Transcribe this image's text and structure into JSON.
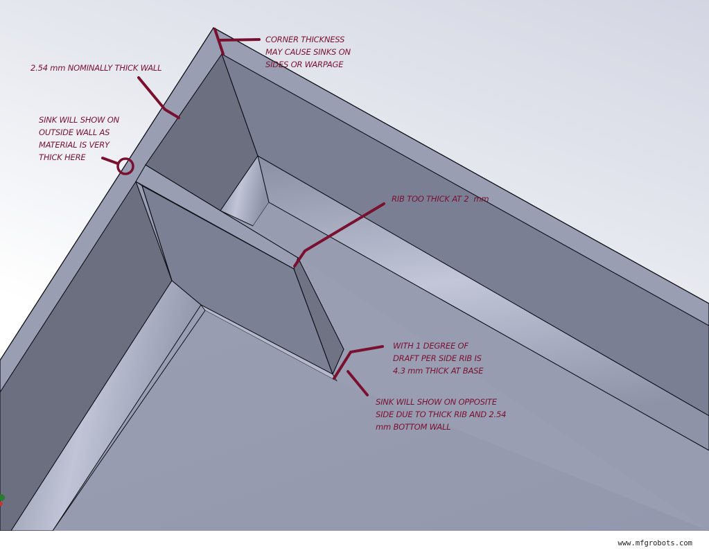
{
  "figure": {
    "subject": "Injection-molded box corner with rib (3D CAD view)",
    "colors": {
      "annotation": "#7a1030",
      "top_face": "#9a9eb2",
      "inner_wall_dark": "#6c6f80",
      "inner_wall_mid": "#7b7f94",
      "floor": "#989cb0",
      "fillet_highlight": "#bfc3d6",
      "edge": "#0c0c14"
    }
  },
  "annotations": {
    "corner_thickness": "CORNER THICKNESS\nMAY CAUSE SINKS ON\nSIDES OR WARPAGE",
    "wall": "2.54 mm NOMINALLY THICK WALL",
    "sink_outside": "SINK WILL SHOW ON\nOUTSIDE WALL AS\nMATERIAL IS VERY\nTHICK HERE",
    "rib_thick": "RIB TOO THICK AT 2  mm",
    "draft": "WITH 1 DEGREE OF\nDRAFT PER SIDE RIB IS\n4.3 mm THICK AT BASE",
    "sink_opposite": "SINK WILL SHOW ON OPPOSITE\nSIDE DUE TO THICK RIB AND 2.54\nmm BOTTOM WALL"
  },
  "watermark": "www.mfgrobots.com"
}
